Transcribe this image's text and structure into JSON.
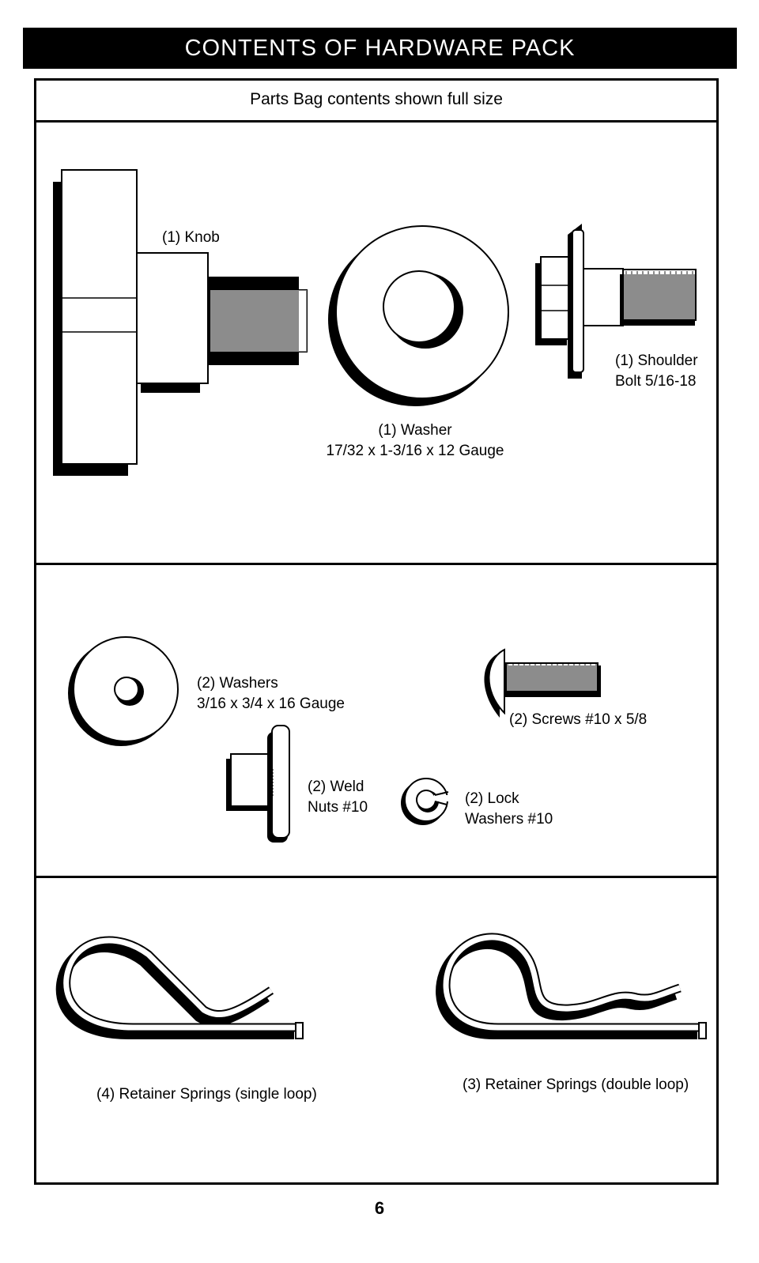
{
  "header": {
    "title": "CONTENTS OF HARDWARE PACK"
  },
  "subtitle": "Parts Bag contents shown full size",
  "parts": {
    "knob": {
      "label": "(1) Knob"
    },
    "washer_large": {
      "line1": "(1) Washer",
      "line2": "17/32 x 1-3/16 x 12 Gauge"
    },
    "shoulder_bolt": {
      "line1": "(1) Shoulder",
      "line2": "Bolt  5/16-18"
    },
    "washers_small": {
      "line1": "(2) Washers",
      "line2": "3/16 x 3/4 x 16 Gauge"
    },
    "screws": {
      "label": "(2) Screws  #10 x 5/8"
    },
    "weld_nuts": {
      "line1": "(2) Weld",
      "line2": "Nuts  #10"
    },
    "lock_washers": {
      "line1": "(2) Lock",
      "line2": "Washers  #10"
    },
    "springs_single": {
      "label": "(4)  Retainer Springs (single loop)"
    },
    "springs_double": {
      "label": "(3)  Retainer Springs (double loop)"
    }
  },
  "page_number": "6"
}
